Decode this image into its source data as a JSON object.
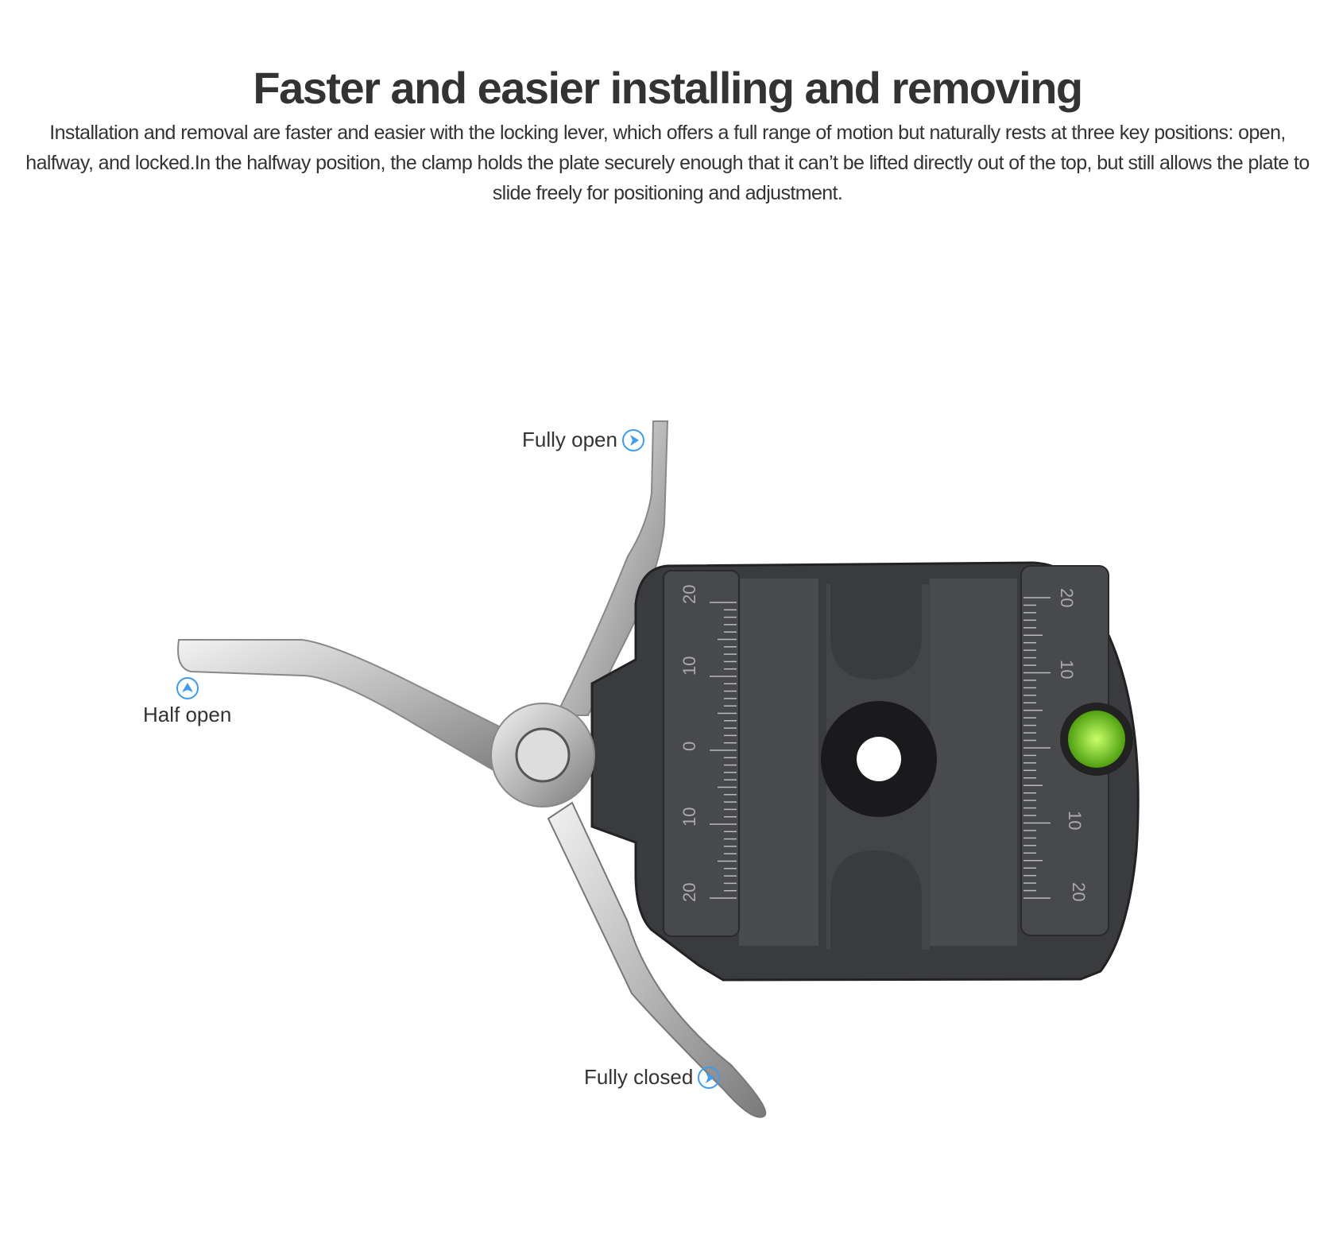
{
  "heading": "Faster and easier installing and removing",
  "description": "Installation and removal are faster and easier with the locking lever, which offers a full range of motion but naturally rests at three key positions: open, halfway, and locked.In the halfway position, the clamp holds the plate securely enough that it can’t be lifted directly out of the top, but still allows the plate to slide freely for positioning and adjustment.",
  "callouts": {
    "fully_open": {
      "label": "Fully open",
      "icon": "arrow-right-circle-icon"
    },
    "half_open": {
      "label": "Half open",
      "icon": "arrow-up-circle-icon"
    },
    "fully_closed": {
      "label": "Fully closed",
      "icon": "arrow-right-circle-icon"
    }
  },
  "scale_labels": {
    "left": [
      "20",
      "10",
      "0",
      "10",
      "20"
    ],
    "right": [
      "20",
      "10",
      "10",
      "20"
    ]
  },
  "colors": {
    "accent": "#3b9cf0",
    "bubble_level": "#8ee02a",
    "clamp_body": "#3a3b3e"
  }
}
